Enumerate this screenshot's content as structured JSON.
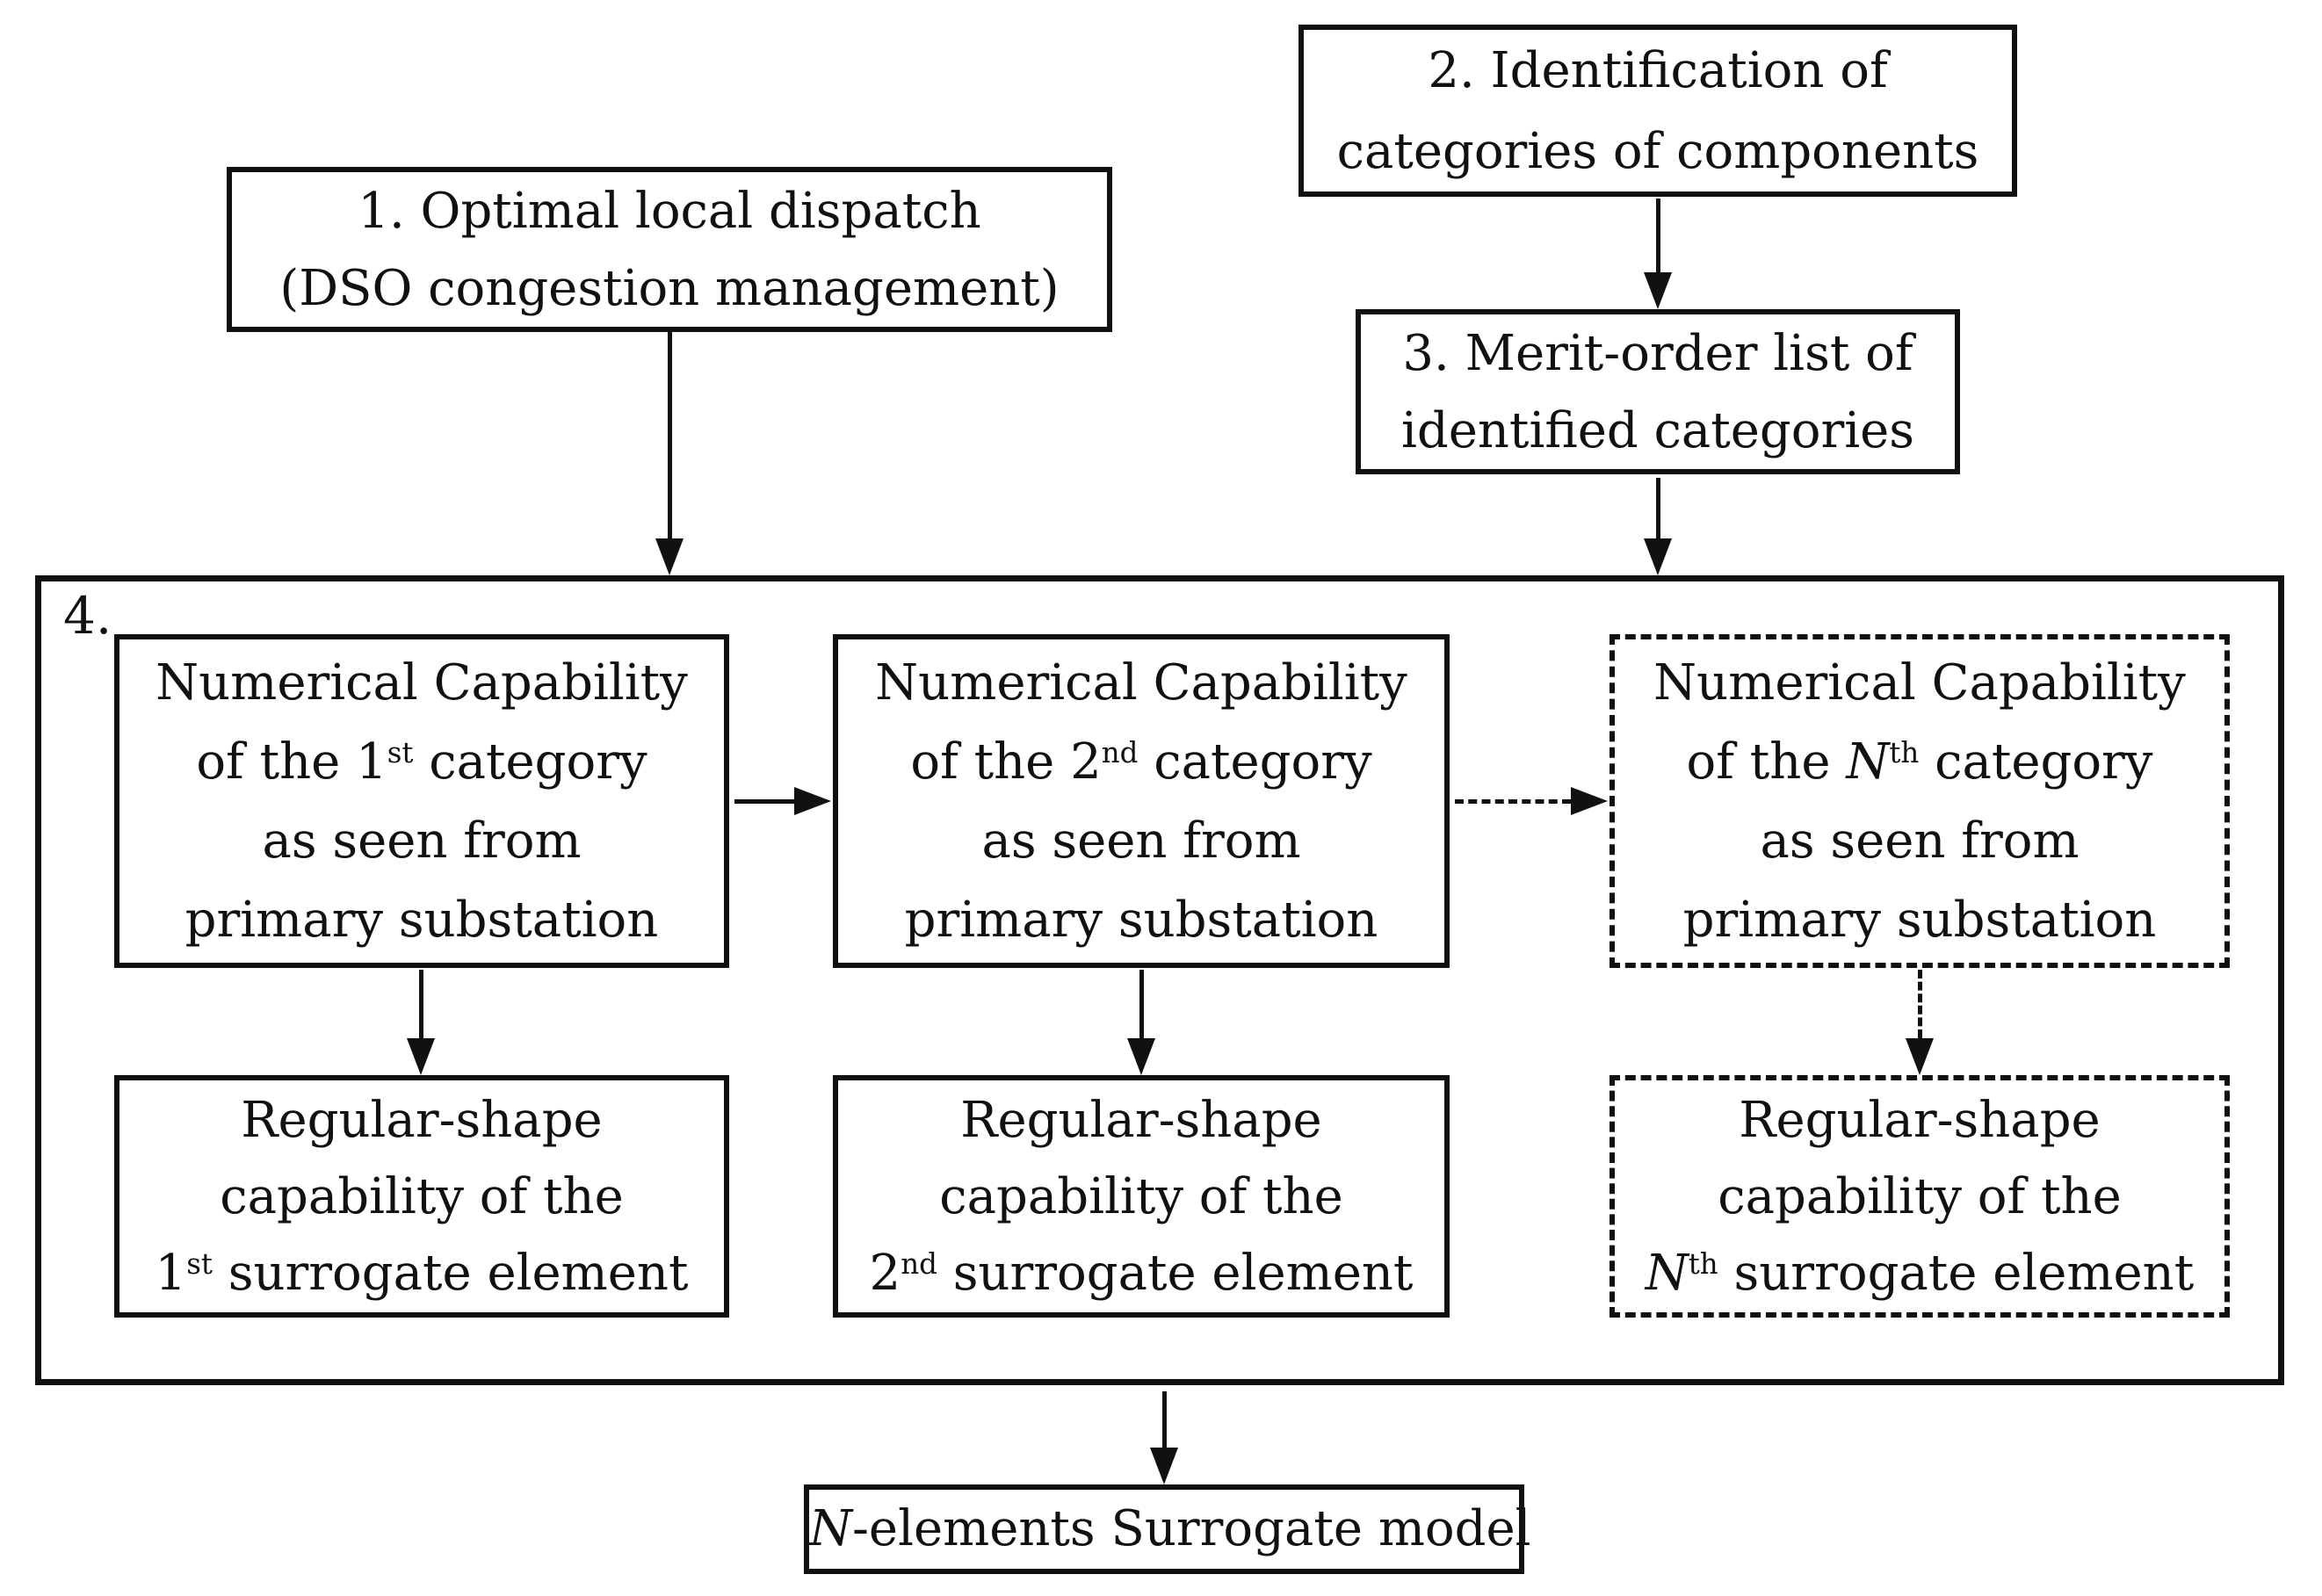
{
  "page": {
    "background": "#ffffff",
    "ink": "#111111"
  },
  "steps": {
    "optimal_dispatch": {
      "line1": "1. Optimal local dispatch",
      "line2": "(DSO congestion management)"
    },
    "identification": {
      "line1": "2. Identification of",
      "line2": "categories of components"
    },
    "merit_order": {
      "line1": "3. Merit-order list of",
      "line2": "identified categories"
    },
    "stage4_label": "4."
  },
  "stage4": {
    "numerical_template": {
      "title": "Numerical Capability",
      "of_the": "of the ",
      "category_suffix": " category",
      "line3": "as seen from",
      "line4": "primary substation"
    },
    "regular_template": {
      "line1": "Regular-shape",
      "line2": "capability of the",
      "element_suffix": " surrogate element"
    },
    "columns": [
      {
        "ordinal": "1",
        "suffix": "st"
      },
      {
        "ordinal": "2",
        "suffix": "nd"
      },
      {
        "ordinal": "N",
        "suffix": "th"
      }
    ]
  },
  "result": {
    "n": "N",
    "rest": "-elements Surrogate model"
  }
}
